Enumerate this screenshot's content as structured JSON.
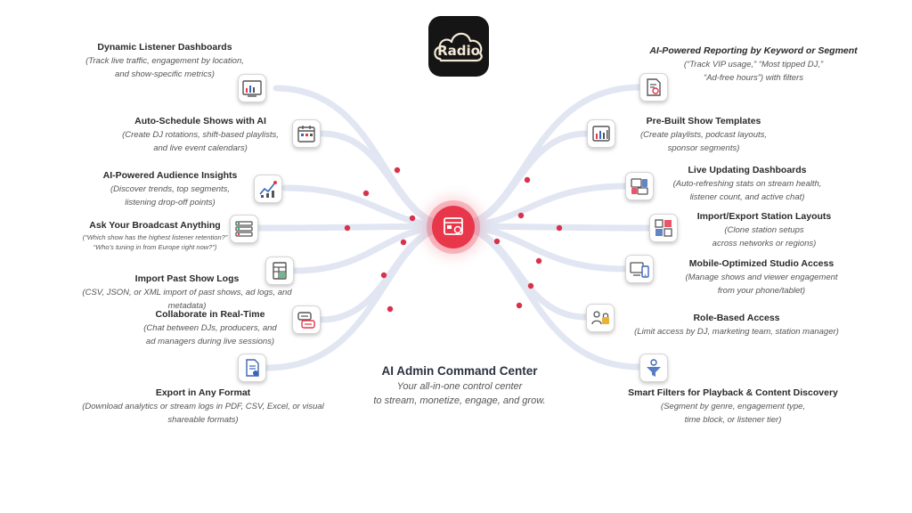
{
  "logo": {
    "text": "Radio"
  },
  "center": {
    "title": "AI Admin Command Center",
    "subtitle": "Your all-in-one control center\nto stream, monetize, engage, and grow."
  },
  "left": [
    {
      "title": "Dynamic Listener Dashboards",
      "desc": "(Track live traffic, engagement by location,\nand show-specific metrics)",
      "icon": "dashboard-icon"
    },
    {
      "title": "Auto-Schedule Shows with AI",
      "desc": "(Create DJ rotations, shift-based playlists,\nand live event calendars)",
      "icon": "calendar-icon"
    },
    {
      "title": "AI-Powered Audience Insights",
      "desc": "(Discover trends, top segments,\nlistening drop-off points)",
      "icon": "insights-chart-icon"
    },
    {
      "title": "Ask Your Broadcast Anything",
      "desc": "(“Which show has the highest listener retention?”\n“Who’s tuning in from Europe right now?”)",
      "icon": "query-list-icon"
    },
    {
      "title": "Import Past Show Logs",
      "desc": "(CSV, JSON, or XML import of past shows, ad logs, and metadata)",
      "icon": "spreadsheet-icon"
    },
    {
      "title": "Collaborate in Real-Time",
      "desc": "(Chat between DJs, producers, and\nad managers during live sessions)",
      "icon": "chat-icon"
    },
    {
      "title": "Export in Any Format",
      "desc": "(Download analytics or stream logs in PDF, CSV, Excel, or visual\nshareable formats)",
      "icon": "export-document-icon"
    }
  ],
  "right": [
    {
      "title": "AI-Powered Reporting by Keyword or Segment",
      "desc": "(“Track VIP usage,” “Most tipped DJ,”\n“Ad-free hours”) with filters",
      "icon": "report-search-icon"
    },
    {
      "title": "Pre-Built Show Templates",
      "desc": "(Create playlists, podcast layouts,\nsponsor segments)",
      "icon": "template-chart-icon"
    },
    {
      "title": "Live Updating Dashboards",
      "desc": "(Auto-refreshing stats on stream health,\nlistener count, and active chat)",
      "icon": "live-dashboard-icon"
    },
    {
      "title": "Import/Export Station Layouts",
      "desc": "(Clone station setups\nacross networks or regions)",
      "icon": "layout-grid-icon"
    },
    {
      "title": "Mobile-Optimized Studio Access",
      "desc": "(Manage shows and viewer engagement\nfrom your phone/tablet)",
      "icon": "mobile-devices-icon"
    },
    {
      "title": "Role-Based Access",
      "desc": "(Limit access by DJ, marketing team, station manager)",
      "icon": "lock-access-icon"
    },
    {
      "title": "Smart Filters for Playback & Content Discovery",
      "desc": "(Segment by genre, engagement type,\ntime block, or listener tier)",
      "icon": "filter-funnel-icon"
    }
  ],
  "colors": {
    "accent": "#e8364b",
    "connector": "#c9d2e8",
    "dot": "#d8324a"
  }
}
